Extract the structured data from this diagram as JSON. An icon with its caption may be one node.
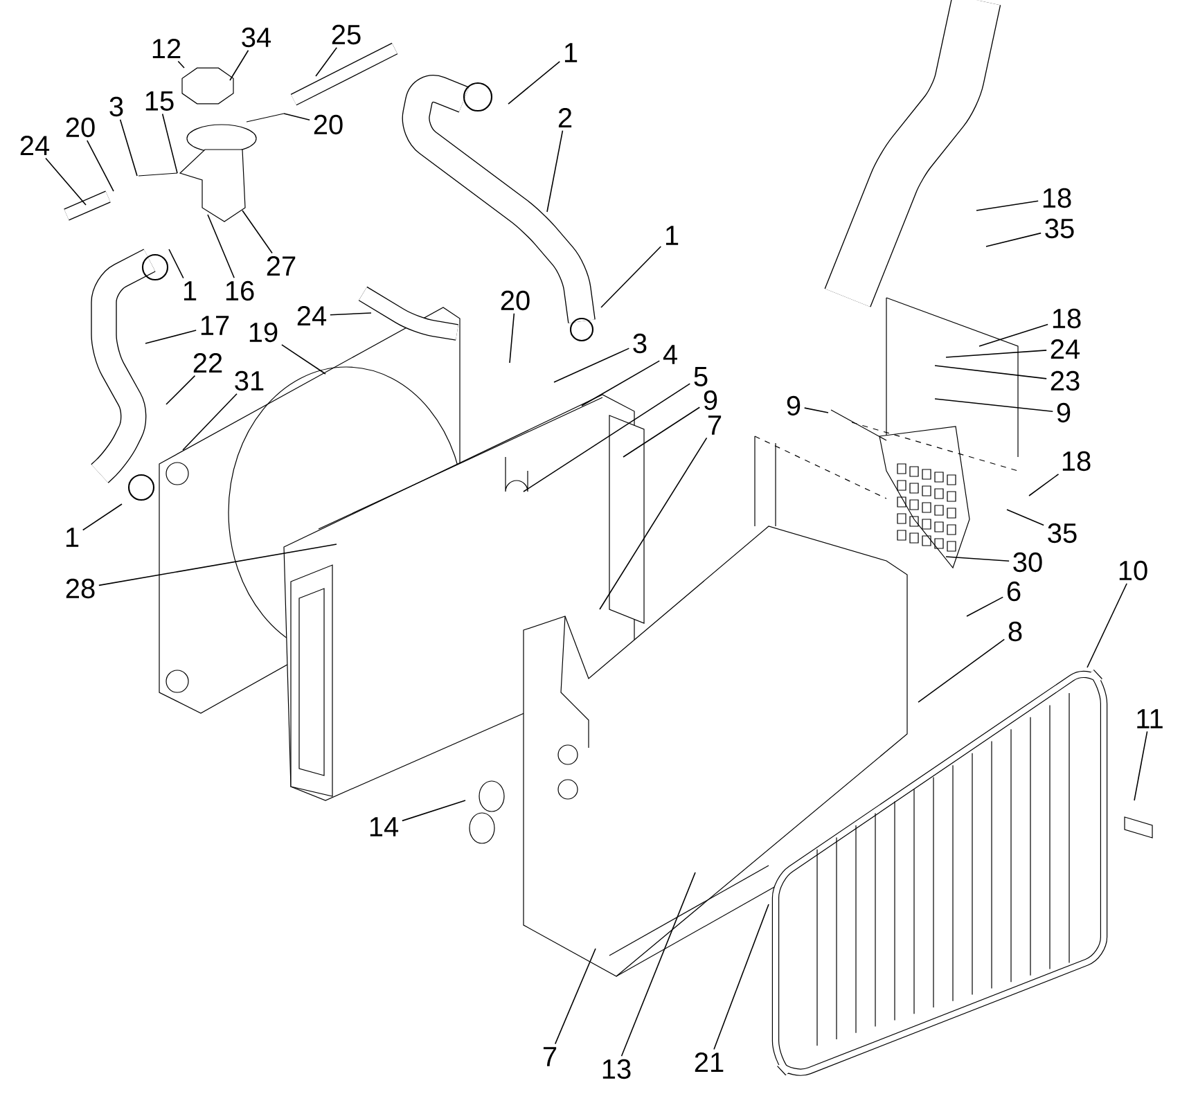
{
  "diagram": {
    "nodes": [
      {
        "text": [
          "12"
        ]
      },
      {
        "text": [
          "34"
        ]
      },
      {
        "text": [
          "25"
        ]
      },
      {
        "text": [
          "1"
        ]
      },
      {
        "text": [
          "20"
        ]
      },
      {
        "text": [
          "2"
        ]
      },
      {
        "text": [
          "24"
        ]
      },
      {
        "text": [
          "20"
        ]
      },
      {
        "text": [
          "3"
        ]
      },
      {
        "text": [
          "15"
        ]
      },
      {
        "text": [
          "16"
        ]
      },
      {
        "text": [
          "1"
        ]
      },
      {
        "text": [
          "27"
        ]
      },
      {
        "text": [
          "1"
        ]
      },
      {
        "text": [
          "17"
        ]
      },
      {
        "text": [
          "19"
        ]
      },
      {
        "text": [
          "24"
        ]
      },
      {
        "text": [
          "20"
        ]
      },
      {
        "text": [
          "3"
        ]
      },
      {
        "text": [
          "4"
        ]
      },
      {
        "text": [
          "22"
        ]
      },
      {
        "text": [
          "31"
        ]
      },
      {
        "text": [
          "5"
        ]
      },
      {
        "text": [
          "9"
        ]
      },
      {
        "text": [
          "7"
        ]
      },
      {
        "text": [
          "18"
        ]
      },
      {
        "text": [
          "35"
        ]
      },
      {
        "text": [
          "18"
        ]
      },
      {
        "text": [
          "24"
        ]
      },
      {
        "text": [
          "23"
        ]
      },
      {
        "text": [
          "9"
        ]
      },
      {
        "text": [
          "9"
        ]
      },
      {
        "text": [
          "18"
        ]
      },
      {
        "text": [
          "35"
        ]
      },
      {
        "text": [
          "30"
        ]
      },
      {
        "text": [
          "1"
        ]
      },
      {
        "text": [
          "28"
        ]
      },
      {
        "text": [
          "10"
        ]
      },
      {
        "text": [
          "6"
        ]
      },
      {
        "text": [
          "8"
        ]
      },
      {
        "text": [
          "11"
        ]
      },
      {
        "text": [
          "14"
        ]
      },
      {
        "text": [
          "7"
        ]
      },
      {
        "text": [
          "13"
        ]
      },
      {
        "text": [
          "21"
        ]
      }
    ],
    "edges": [
      {
        "from": 0,
        "to": null,
        "arrow": "none"
      },
      {
        "from": 1,
        "to": null,
        "arrow": "none"
      },
      {
        "from": 2,
        "to": null,
        "arrow": "none"
      },
      {
        "from": 3,
        "to": null,
        "arrow": "none"
      },
      {
        "from": 4,
        "to": null,
        "arrow": "none"
      },
      {
        "from": 5,
        "to": null,
        "arrow": "none"
      },
      {
        "from": 6,
        "to": null,
        "arrow": "none"
      },
      {
        "from": 7,
        "to": null,
        "arrow": "none"
      },
      {
        "from": 8,
        "to": null,
        "arrow": "none"
      },
      {
        "from": 9,
        "to": null,
        "arrow": "none"
      },
      {
        "from": 10,
        "to": null,
        "arrow": "none"
      },
      {
        "from": 11,
        "to": null,
        "arrow": "none"
      },
      {
        "from": 12,
        "to": null,
        "arrow": "none"
      },
      {
        "from": 13,
        "to": null,
        "arrow": "none"
      },
      {
        "from": 14,
        "to": null,
        "arrow": "none"
      },
      {
        "from": 15,
        "to": null,
        "arrow": "none"
      },
      {
        "from": 16,
        "to": null,
        "arrow": "none"
      },
      {
        "from": 17,
        "to": null,
        "arrow": "none"
      },
      {
        "from": 18,
        "to": null,
        "arrow": "none"
      },
      {
        "from": 19,
        "to": null,
        "arrow": "none"
      },
      {
        "from": 20,
        "to": null,
        "arrow": "none"
      },
      {
        "from": 21,
        "to": null,
        "arrow": "none"
      },
      {
        "from": 22,
        "to": null,
        "arrow": "none"
      },
      {
        "from": 23,
        "to": null,
        "arrow": "none"
      },
      {
        "from": 24,
        "to": null,
        "arrow": "none"
      },
      {
        "from": 25,
        "to": null,
        "arrow": "none"
      },
      {
        "from": 26,
        "to": null,
        "arrow": "none"
      },
      {
        "from": 27,
        "to": null,
        "arrow": "none"
      },
      {
        "from": 28,
        "to": null,
        "arrow": "none"
      },
      {
        "from": 29,
        "to": null,
        "arrow": "none"
      },
      {
        "from": 30,
        "to": null,
        "arrow": "none"
      },
      {
        "from": 31,
        "to": null,
        "arrow": "none"
      },
      {
        "from": 32,
        "to": null,
        "arrow": "none"
      },
      {
        "from": 33,
        "to": null,
        "arrow": "none"
      },
      {
        "from": 34,
        "to": null,
        "arrow": "none"
      },
      {
        "from": 35,
        "to": null,
        "arrow": "none"
      },
      {
        "from": 36,
        "to": null,
        "arrow": "none"
      },
      {
        "from": 37,
        "to": null,
        "arrow": "none"
      },
      {
        "from": 38,
        "to": null,
        "arrow": "none"
      },
      {
        "from": 39,
        "to": null,
        "arrow": "none"
      },
      {
        "from": 40,
        "to": null,
        "arrow": "none"
      },
      {
        "from": 41,
        "to": null,
        "arrow": "none"
      },
      {
        "from": 42,
        "to": null,
        "arrow": "none"
      },
      {
        "from": 43,
        "to": null,
        "arrow": "none"
      },
      {
        "from": 44,
        "to": null,
        "arrow": "none"
      }
    ]
  }
}
